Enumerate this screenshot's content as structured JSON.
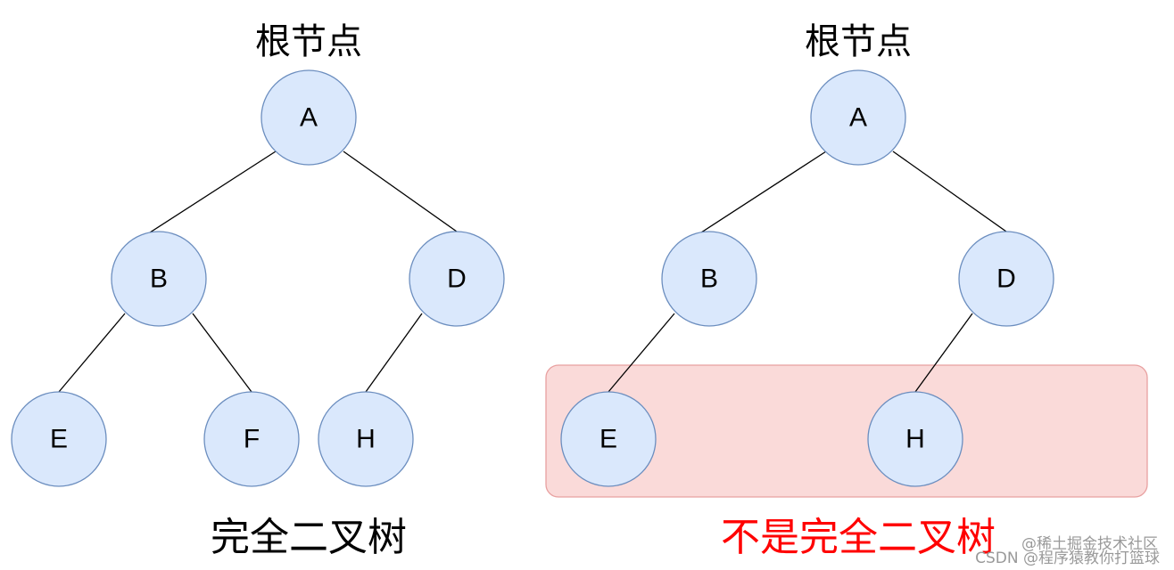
{
  "diagram": {
    "left": {
      "title": "根节点",
      "caption": "完全二叉树",
      "nodes": [
        "A",
        "B",
        "D",
        "E",
        "F",
        "H"
      ]
    },
    "right": {
      "title": "根节点",
      "caption": "不是完全二叉树",
      "nodes": [
        "A",
        "B",
        "D",
        "E",
        "H"
      ]
    },
    "colors": {
      "node_fill": "#dae8fc",
      "node_stroke": "#6c8ebf",
      "highlight_fill": "#f8cecc",
      "caption_right": "#ff0000"
    }
  },
  "watermark": {
    "line1": "@稀土掘金技术社区",
    "line2": "CSDN @程序猿教你打篮球"
  }
}
